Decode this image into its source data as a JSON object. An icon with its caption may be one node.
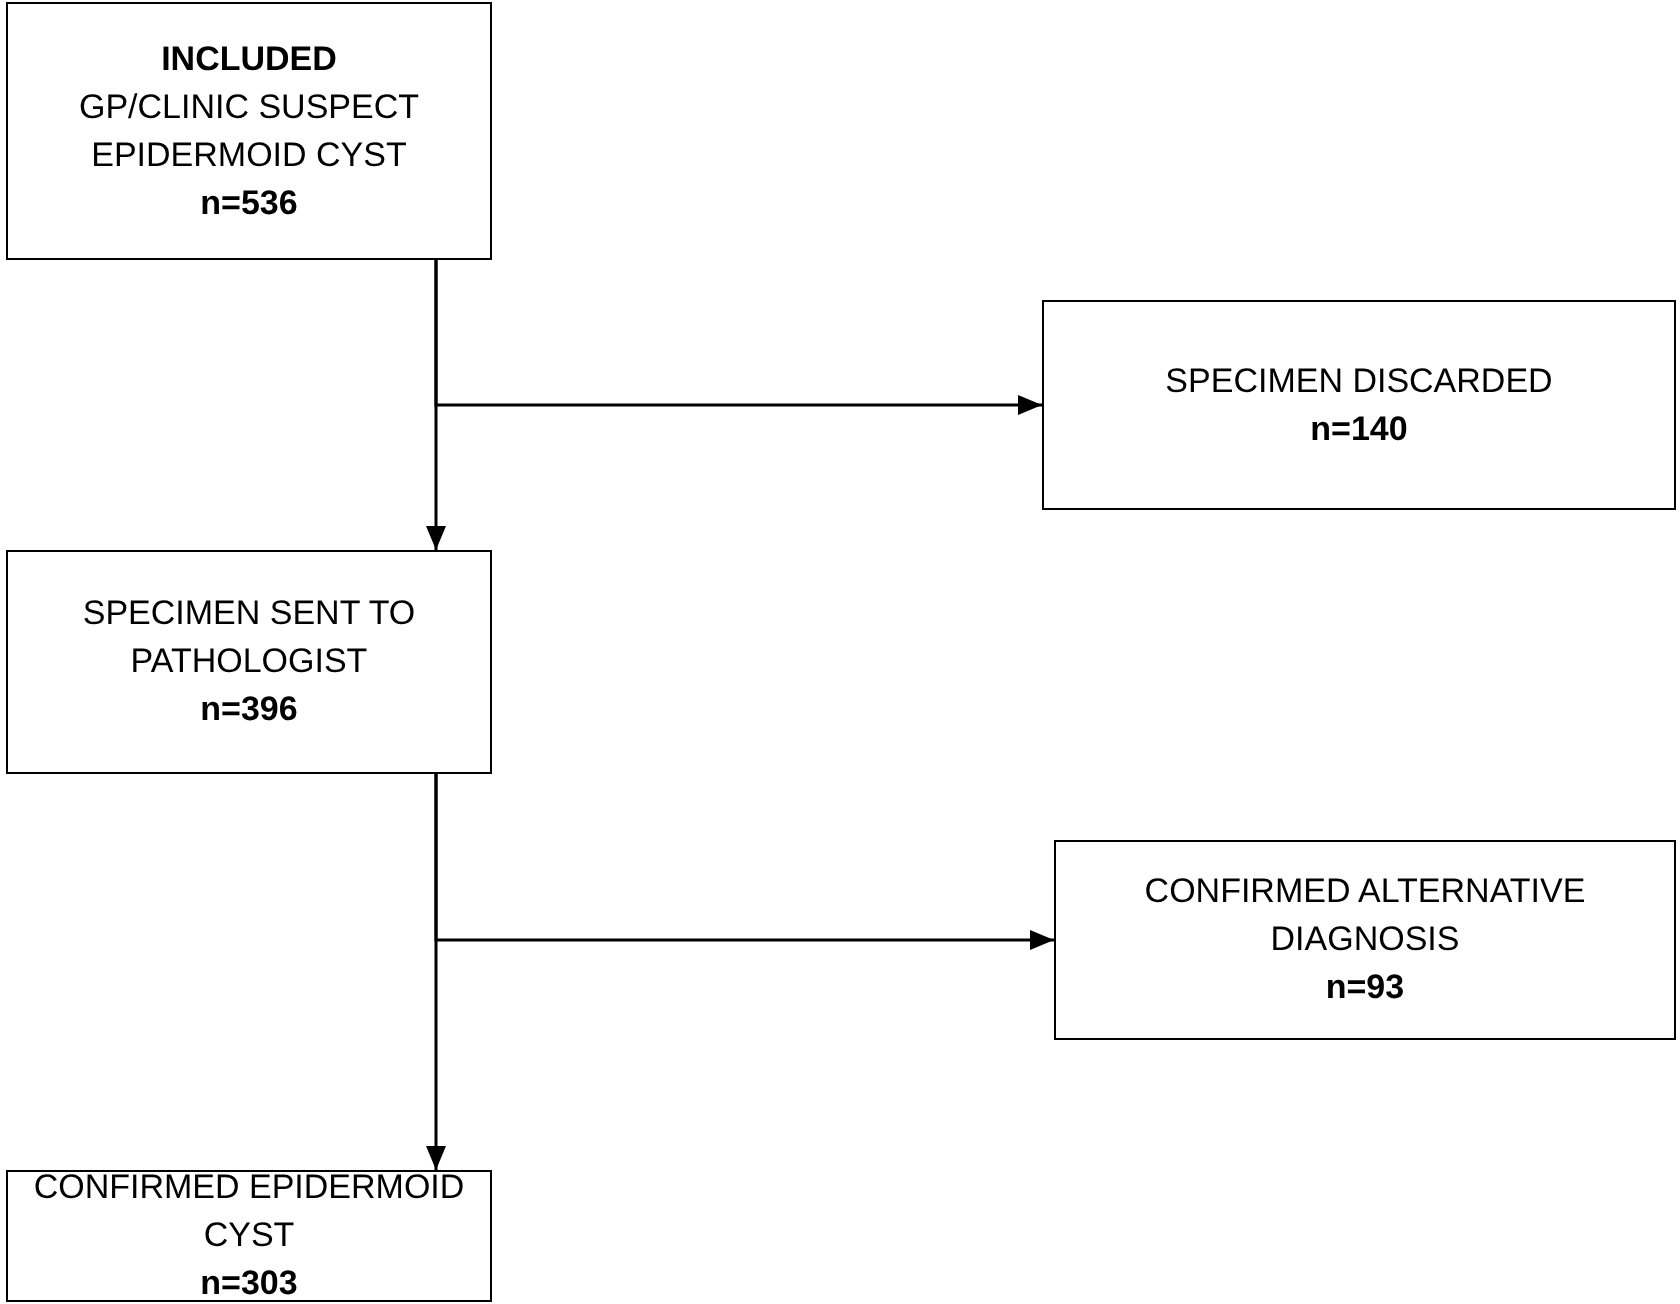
{
  "diagram": {
    "nodes": [
      {
        "text": [
          "INCLUDED",
          "GP/CLINIC SUSPECT EPIDERMOID CYST",
          "n=536"
        ]
      },
      {
        "text": [
          "SPECIMEN DISCARDED",
          "n=140"
        ]
      },
      {
        "text": [
          "SPECIMEN SENT TO PATHOLOGIST",
          "n=396"
        ]
      },
      {
        "text": [
          "CONFIRMED ALTERNATIVE DIAGNOSIS",
          "n=93"
        ]
      },
      {
        "text": [
          "CONFIRMED EPIDERMOID CYST",
          "n=303"
        ]
      }
    ],
    "edges": [
      {
        "from": 0,
        "to": 2,
        "arrow": "to"
      },
      {
        "from": 0,
        "to": 1,
        "arrow": "to"
      },
      {
        "from": 2,
        "to": 4,
        "arrow": "to"
      },
      {
        "from": 2,
        "to": 3,
        "arrow": "to"
      }
    ]
  }
}
